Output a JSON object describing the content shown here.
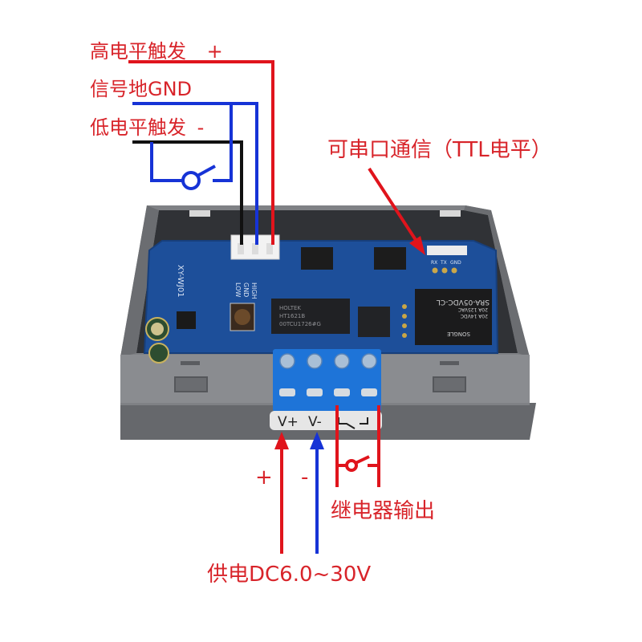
{
  "colors": {
    "red_wire": "#e0141c",
    "blue_wire": "#1633d6",
    "black_wire": "#111111",
    "label_red": "#d8242a",
    "enclosure": "#7d7f83",
    "enclosure_dark": "#5c5e62",
    "pcb": "#1d4f9a",
    "terminal_block": "#1e74d8"
  },
  "trigger_inputs": {
    "high_trigger": {
      "label": "高电平触发",
      "polarity": "+"
    },
    "signal_ground": {
      "label": "信号地GND"
    },
    "low_trigger": {
      "label": "低电平触发",
      "polarity": "-"
    }
  },
  "serial_port": {
    "label": "可串口通信（TTL电平）"
  },
  "relay_output": {
    "label": "继电器输出"
  },
  "power_supply": {
    "label": "供电DC6.0~30V",
    "plus": "+",
    "minus": "-"
  },
  "board": {
    "model": "XY-WJ01",
    "input_pins": [
      "LOW",
      "GND",
      "HIGH"
    ],
    "serial_pins": [
      "RX",
      "TX",
      "GND"
    ],
    "chip": [
      "HOLTEK",
      "HT1621B",
      "00TCU1726#G"
    ],
    "relay": {
      "model": "SRA-05VDC-CL",
      "rating1": "20A 14VDC",
      "rating2": "20A 125VAC",
      "brand": "SONGLE"
    },
    "terminal_label": "V+ V-  ⌐\\_⌐",
    "terminal_label_parts": [
      "V+",
      "V-"
    ]
  },
  "icons": {
    "trigger_switch": "switch-symbol-icon",
    "relay_switch": "switch-symbol-icon",
    "serial_arrow": "arrow-icon",
    "power_plus_arrow": "arrow-up-icon",
    "power_minus_arrow": "arrow-up-icon"
  }
}
